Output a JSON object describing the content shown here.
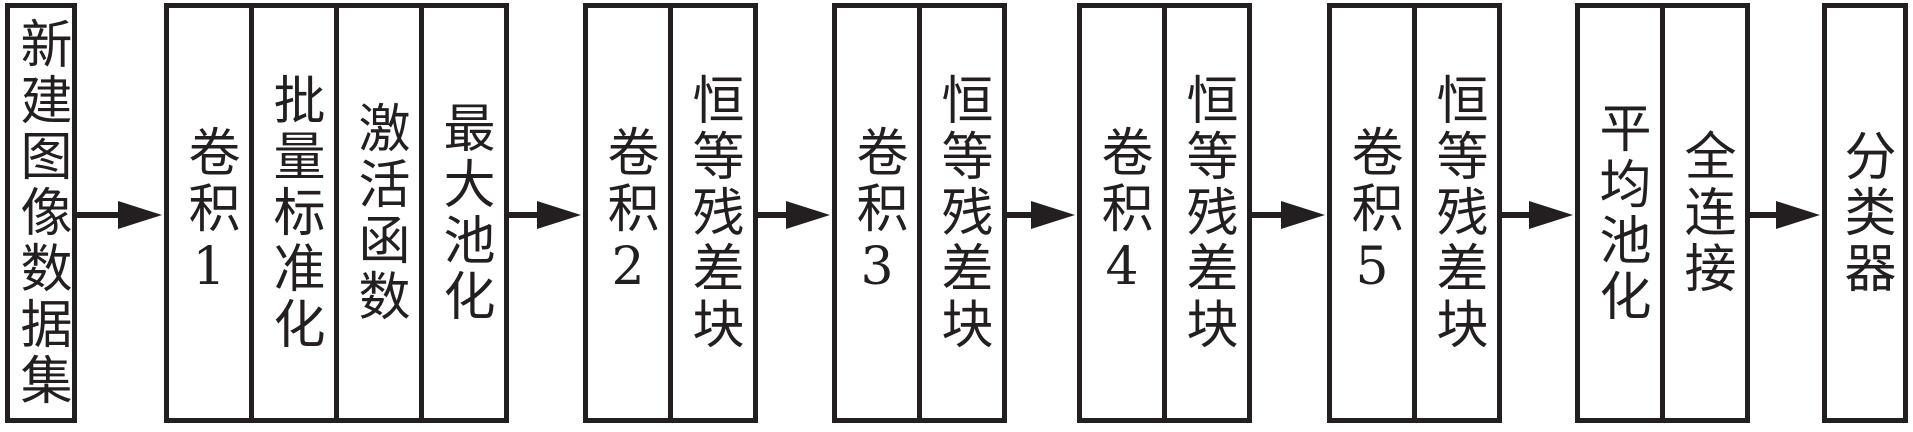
{
  "colors": {
    "stroke": "#231f20",
    "fill": "#ffffff",
    "text": "#231f20"
  },
  "blocks": [
    {
      "id": "dataset",
      "cells": [
        "新建图像数据集"
      ]
    },
    {
      "id": "conv1-stage",
      "cells": [
        "卷积1",
        "批量标准化",
        "激活函数",
        "最大池化"
      ]
    },
    {
      "id": "conv2-stage",
      "cells": [
        "卷积2",
        "恒等残差块"
      ]
    },
    {
      "id": "conv3-stage",
      "cells": [
        "卷积3",
        "恒等残差块"
      ]
    },
    {
      "id": "conv4-stage",
      "cells": [
        "卷积4",
        "恒等残差块"
      ]
    },
    {
      "id": "conv5-stage",
      "cells": [
        "卷积5",
        "恒等残差块"
      ]
    },
    {
      "id": "head-stage",
      "cells": [
        "平均池化",
        "全连接"
      ]
    },
    {
      "id": "classifier",
      "cells": [
        "分类器"
      ]
    }
  ],
  "connectors": [
    {
      "from": "dataset",
      "to": "conv1-stage"
    },
    {
      "from": "conv1-stage",
      "to": "conv2-stage"
    },
    {
      "from": "conv2-stage",
      "to": "conv3-stage"
    },
    {
      "from": "conv3-stage",
      "to": "conv4-stage"
    },
    {
      "from": "conv4-stage",
      "to": "conv5-stage"
    },
    {
      "from": "conv5-stage",
      "to": "head-stage"
    },
    {
      "from": "head-stage",
      "to": "classifier"
    }
  ]
}
